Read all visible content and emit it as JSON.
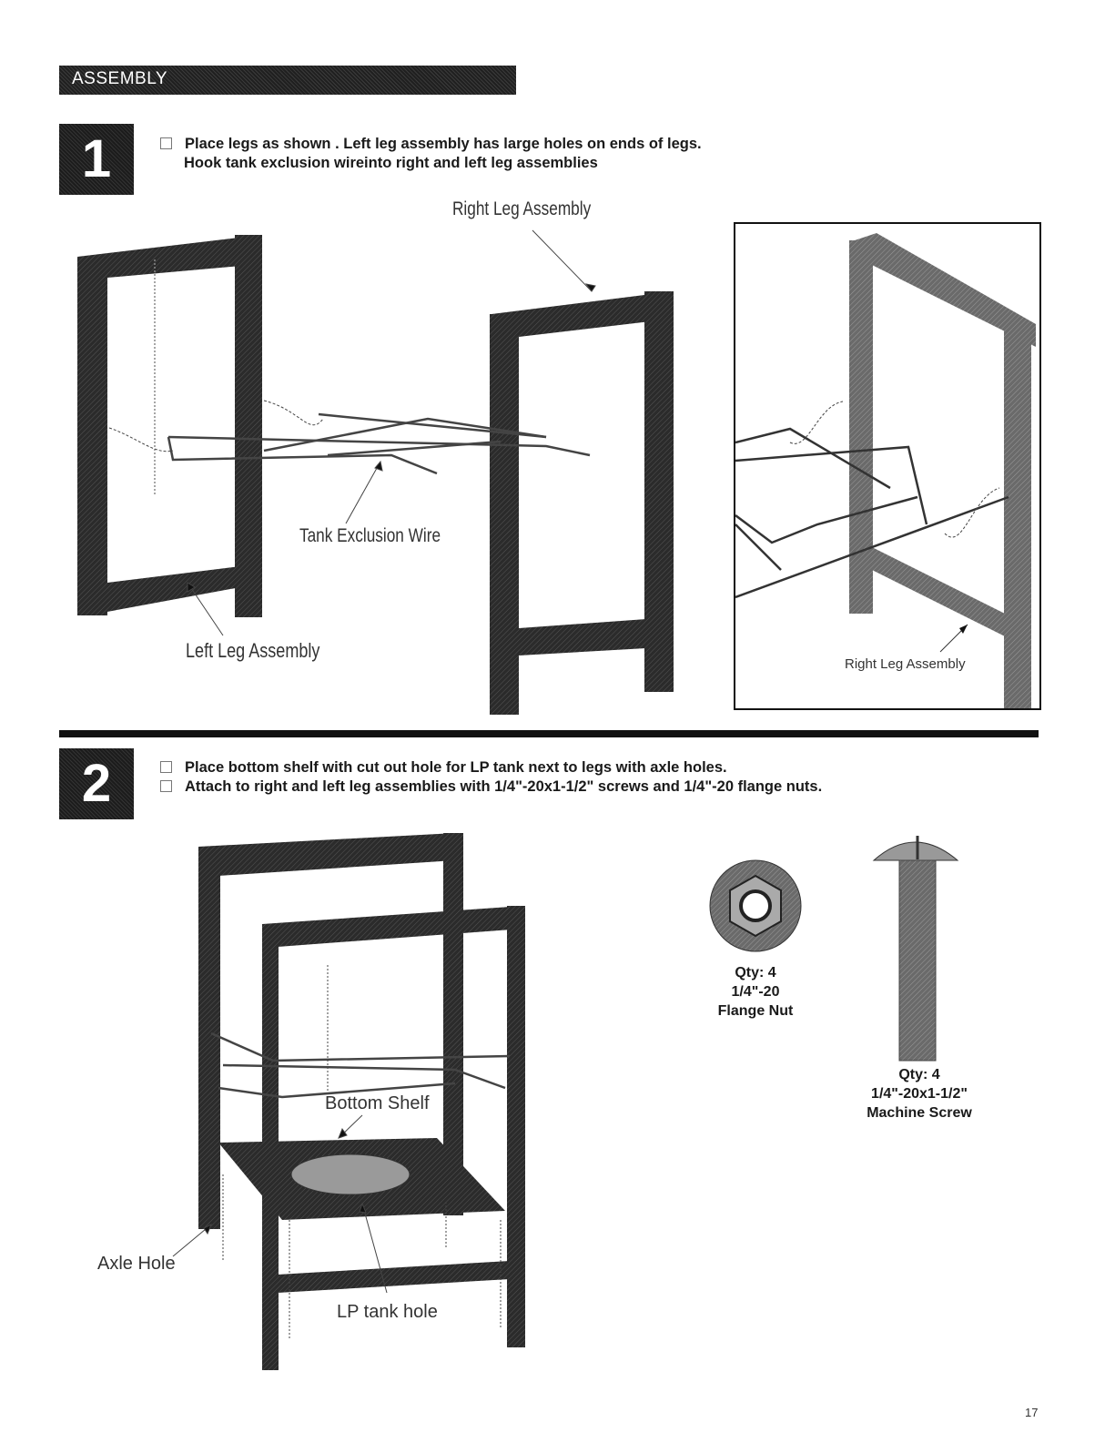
{
  "header": {
    "title": "ASSEMBLY"
  },
  "step1": {
    "number": "1",
    "line1": "Place legs as shown . Left leg assembly has large holes on ends of legs.",
    "line2": "Hook tank exclusion wireinto right and left leg assemblies",
    "labels": {
      "right_leg": "Right Leg Assembly",
      "tank_wire": "Tank Exclusion Wire",
      "left_leg": "Left Leg Assembly",
      "inset_right_leg": "Right Leg Assembly"
    }
  },
  "step2": {
    "number": "2",
    "line1": "Place bottom shelf with cut out hole for LP tank next to legs with axle holes.",
    "line2": "Attach to right and left leg assemblies with 1/4\"-20x1-1/2\" screws and 1/4\"-20 flange nuts.",
    "labels": {
      "bottom_shelf": "Bottom Shelf",
      "axle_hole": "Axle Hole",
      "lp_tank_hole": "LP tank hole"
    },
    "parts": {
      "nut": {
        "qty": "Qty: 4",
        "size": "1/4\"-20",
        "name": "Flange Nut"
      },
      "screw": {
        "qty": "Qty: 4",
        "size": "1/4\"-20x1-1/2\"",
        "name": "Machine Screw"
      }
    }
  },
  "page_number": "17"
}
